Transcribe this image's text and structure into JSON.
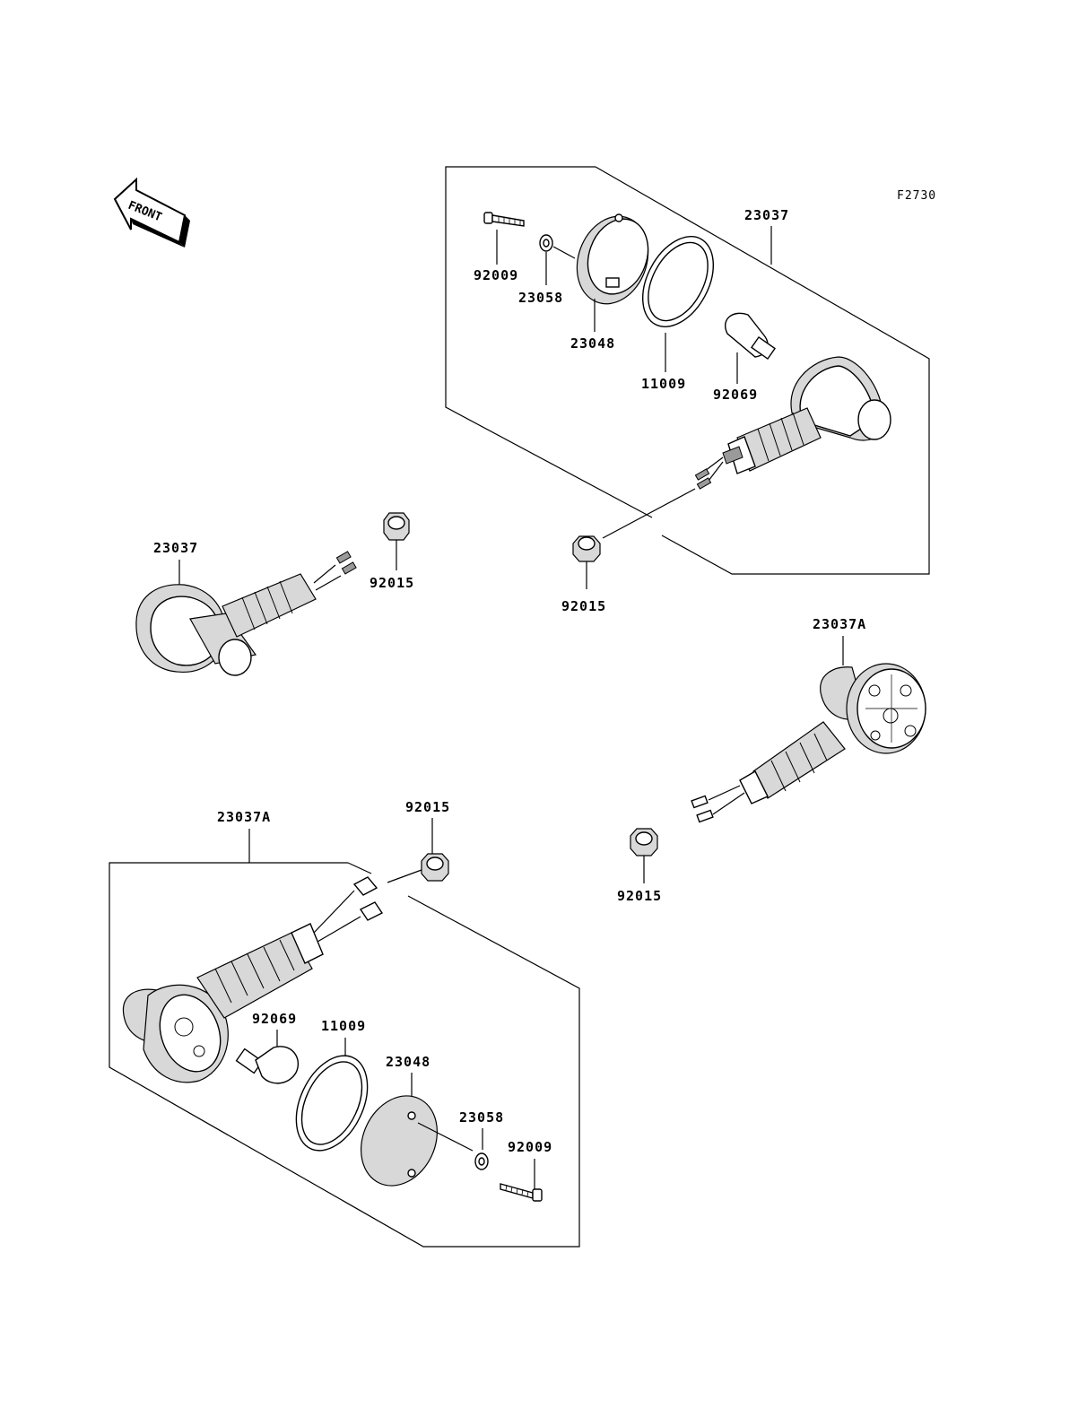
{
  "figure_code": "F2730",
  "front_label": "FRONT",
  "labels": {
    "top_23037": "23037",
    "top_92009": "92009",
    "top_23058": "23058",
    "top_23048": "23048",
    "top_11009": "11009",
    "top_92069": "92069",
    "top_92015": "92015",
    "left_23037": "23037",
    "left_92015": "92015",
    "right_23037A": "23037A",
    "right_92015": "92015",
    "bottom_23037A": "23037A",
    "bottom_92015": "92015",
    "bottom_92069": "92069",
    "bottom_11009": "11009",
    "bottom_23048": "23048",
    "bottom_23058": "23058",
    "bottom_92009": "92009"
  }
}
